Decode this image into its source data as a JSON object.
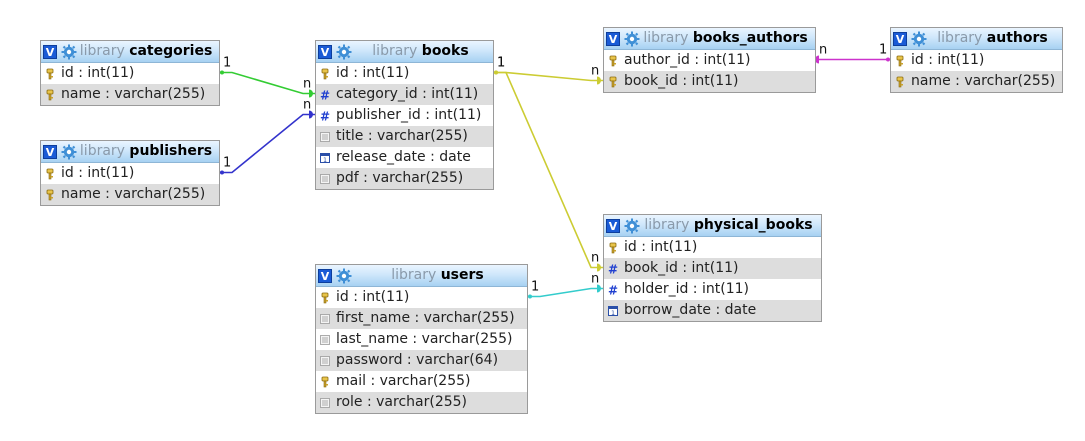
{
  "database": "library",
  "tables": [
    {
      "id": "categories",
      "name": "categories",
      "columns": [
        {
          "text": "id : int(11)",
          "icon": "key-icon"
        },
        {
          "text": "name : varchar(255)",
          "icon": "key-icon"
        }
      ]
    },
    {
      "id": "publishers",
      "name": "publishers",
      "columns": [
        {
          "text": "id : int(11)",
          "icon": "key-icon"
        },
        {
          "text": "name : varchar(255)",
          "icon": "key-icon"
        }
      ]
    },
    {
      "id": "books",
      "name": "books",
      "columns": [
        {
          "text": "id : int(11)",
          "icon": "key-icon"
        },
        {
          "text": "category_id : int(11)",
          "icon": "hash-icon"
        },
        {
          "text": "publisher_id : int(11)",
          "icon": "hash-icon"
        },
        {
          "text": "title : varchar(255)",
          "icon": "text-icon"
        },
        {
          "text": "release_date : date",
          "icon": "date-icon"
        },
        {
          "text": "pdf : varchar(255)",
          "icon": "text-icon"
        }
      ]
    },
    {
      "id": "books_authors",
      "name": "books_authors",
      "columns": [
        {
          "text": "author_id : int(11)",
          "icon": "key-icon"
        },
        {
          "text": "book_id : int(11)",
          "icon": "key-icon"
        }
      ]
    },
    {
      "id": "authors",
      "name": "authors",
      "columns": [
        {
          "text": "id : int(11)",
          "icon": "key-icon"
        },
        {
          "text": "name : varchar(255)",
          "icon": "key-icon"
        }
      ]
    },
    {
      "id": "physical_books",
      "name": "physical_books",
      "columns": [
        {
          "text": "id : int(11)",
          "icon": "key-icon"
        },
        {
          "text": "book_id : int(11)",
          "icon": "hash-icon"
        },
        {
          "text": "holder_id : int(11)",
          "icon": "hash-icon"
        },
        {
          "text": "borrow_date : date",
          "icon": "date-icon"
        }
      ]
    },
    {
      "id": "users",
      "name": "users",
      "columns": [
        {
          "text": "id : int(11)",
          "icon": "key-icon"
        },
        {
          "text": "first_name : varchar(255)",
          "icon": "text-icon"
        },
        {
          "text": "last_name : varchar(255)",
          "icon": "text-icon"
        },
        {
          "text": "password : varchar(64)",
          "icon": "text-icon"
        },
        {
          "text": "mail : varchar(255)",
          "icon": "key-icon"
        },
        {
          "text": "role : varchar(255)",
          "icon": "text-icon"
        }
      ]
    }
  ],
  "relations": [
    {
      "from": "categories.id",
      "to": "books.category_id",
      "color": "#33cc33",
      "from_card": "1",
      "to_card": "n"
    },
    {
      "from": "publishers.id",
      "to": "books.publisher_id",
      "color": "#3333cc",
      "from_card": "1",
      "to_card": "n"
    },
    {
      "from": "books.id",
      "to": "books_authors.book_id",
      "color": "#cccc33",
      "from_card": "1",
      "to_card": "n"
    },
    {
      "from": "authors.id",
      "to": "books_authors.author_id",
      "color": "#cc33cc",
      "from_card": "1",
      "to_card": "n"
    },
    {
      "from": "books.id",
      "to": "physical_books.book_id",
      "color": "#cccc33",
      "from_card": "1",
      "to_card": "n"
    },
    {
      "from": "users.id",
      "to": "physical_books.holder_id",
      "color": "#33cccc",
      "from_card": "1",
      "to_card": "n"
    }
  ],
  "header_icon_letter": "V"
}
